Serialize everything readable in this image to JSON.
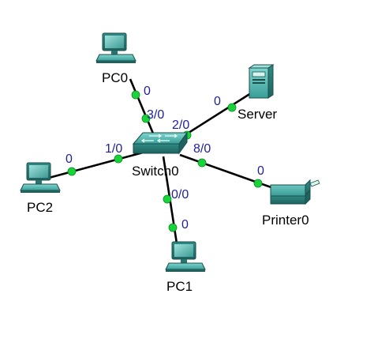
{
  "devices": {
    "switch": {
      "label": "Switch0",
      "icon": "switch-icon"
    },
    "pc0": {
      "label": "PC0",
      "icon": "pc-icon"
    },
    "pc1": {
      "label": "PC1",
      "icon": "pc-icon"
    },
    "pc2": {
      "label": "PC2",
      "icon": "pc-icon"
    },
    "server": {
      "label": "Server",
      "icon": "server-icon"
    },
    "printer": {
      "label": "Printer0",
      "icon": "printer-icon"
    }
  },
  "links": [
    {
      "from": "Switch0",
      "to": "PC0",
      "switch_port": "3/0",
      "device_port": "0"
    },
    {
      "from": "Switch0",
      "to": "Server",
      "switch_port": "2/0",
      "device_port": "0"
    },
    {
      "from": "Switch0",
      "to": "PC2",
      "switch_port": "1/0",
      "device_port": "0"
    },
    {
      "from": "Switch0",
      "to": "Printer0",
      "switch_port": "8/0",
      "device_port": "0"
    },
    {
      "from": "Switch0",
      "to": "PC1",
      "switch_port": "0/0",
      "device_port": "0"
    }
  ],
  "colors": {
    "device_teal": "#3fa8a3",
    "port_label": "#1f1f9a",
    "link_light": "#19d33a",
    "link_line": "#000000"
  }
}
